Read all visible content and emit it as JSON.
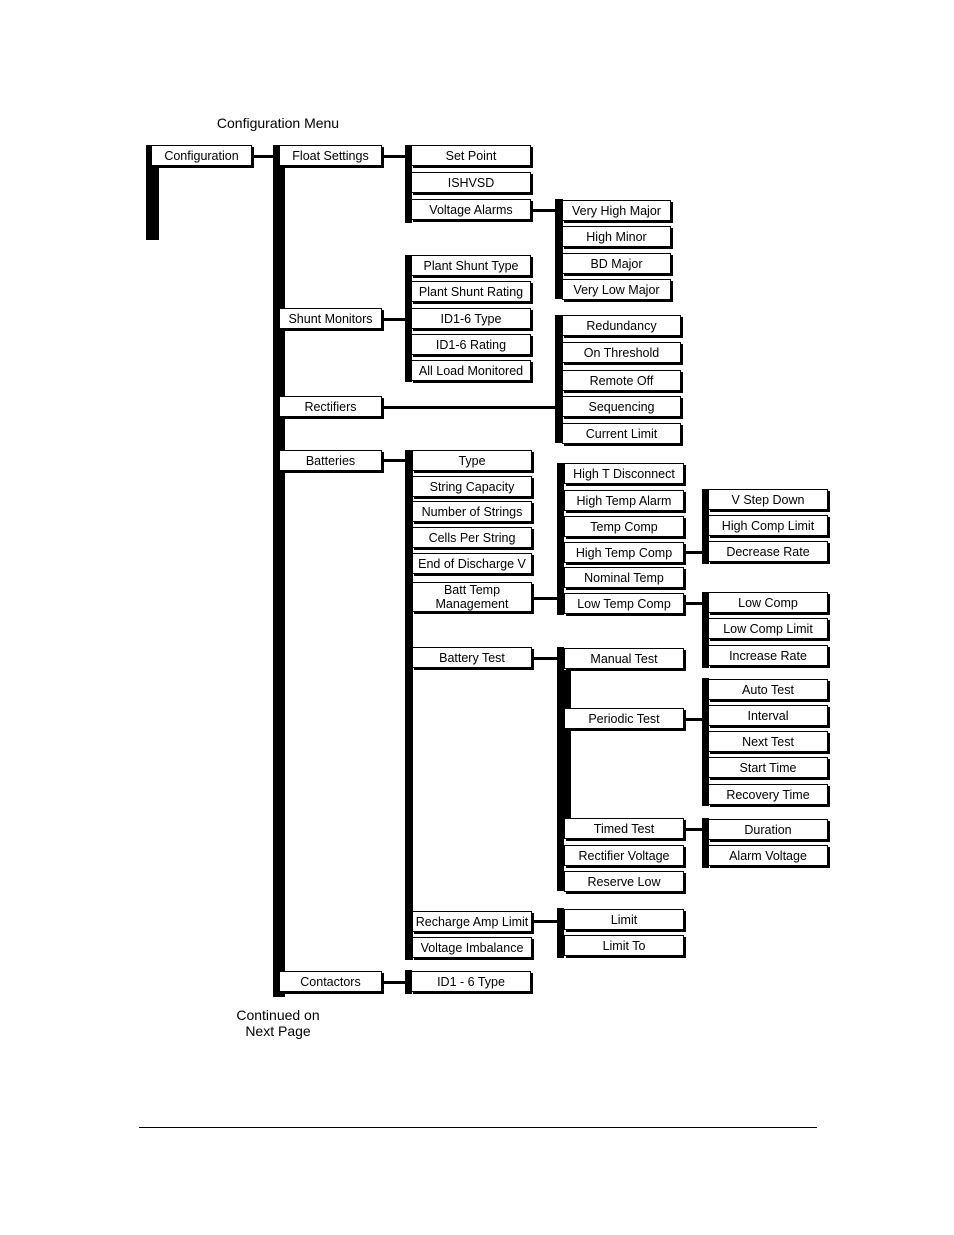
{
  "menu_title": "Configuration Menu",
  "continued": [
    "Continued on",
    "Next Page"
  ],
  "root": "Configuration",
  "level1": {
    "float_settings": "Float Settings",
    "shunt_monitors": "Shunt Monitors",
    "rectifiers": "Rectifiers",
    "batteries": "Batteries",
    "contactors": "Contactors"
  },
  "float": {
    "set_point": "Set Point",
    "ishvsd": "ISHVSD",
    "voltage_alarms": "Voltage Alarms"
  },
  "voltage_alarms": {
    "very_high_major": "Very High Major",
    "high_minor": "High Minor",
    "bd_major": "BD Major",
    "very_low_major": "Very Low Major"
  },
  "shunt": {
    "plant_shunt_type": "Plant Shunt Type",
    "plant_shunt_rating": "Plant Shunt Rating",
    "id16_type": "ID1-6 Type",
    "id16_rating": "ID1-6 Rating",
    "all_load_monitored": "All Load Monitored"
  },
  "rectifiers": {
    "redundancy": "Redundancy",
    "on_threshold": "On Threshold",
    "remote_off": "Remote Off",
    "sequencing": "Sequencing",
    "current_limit": "Current Limit"
  },
  "batteries": {
    "type": "Type",
    "string_capacity": "String Capacity",
    "number_of_strings": "Number of Strings",
    "cells_per_string": "Cells Per String",
    "end_of_discharge": "End of Discharge V",
    "batt_temp_mgmt_1": "Batt Temp",
    "batt_temp_mgmt_2": "Management",
    "battery_test": "Battery Test",
    "recharge_amp_limit": "Recharge Amp Limit",
    "voltage_imbalance": "Voltage Imbalance"
  },
  "temp_mgmt": {
    "high_t_disconnect": "High T Disconnect",
    "high_temp_alarm": "High Temp Alarm",
    "temp_comp": "Temp Comp",
    "high_temp_comp": "High Temp Comp",
    "nominal_temp": "Nominal Temp",
    "low_temp_comp": "Low Temp Comp"
  },
  "high_temp_comp": {
    "v_step_down": "V Step Down",
    "high_comp_limit": "High Comp Limit",
    "decrease_rate": "Decrease Rate"
  },
  "low_temp_comp": {
    "low_comp": "Low Comp",
    "low_comp_limit": "Low Comp Limit",
    "increase_rate": "Increase Rate"
  },
  "battery_test": {
    "manual_test": "Manual Test",
    "periodic_test": "Periodic Test",
    "timed_test": "Timed Test",
    "rectifier_voltage": "Rectifier Voltage",
    "reserve_low": "Reserve Low"
  },
  "periodic": {
    "auto_test": "Auto Test",
    "interval": "Interval",
    "next_test": "Next Test",
    "start_time": "Start Time",
    "recovery_time": "Recovery Time"
  },
  "timed": {
    "duration": "Duration",
    "alarm_voltage": "Alarm Voltage"
  },
  "recharge": {
    "limit": "Limit",
    "limit_to": "Limit To"
  },
  "contactors": {
    "id16_type": "ID1 - 6 Type"
  }
}
